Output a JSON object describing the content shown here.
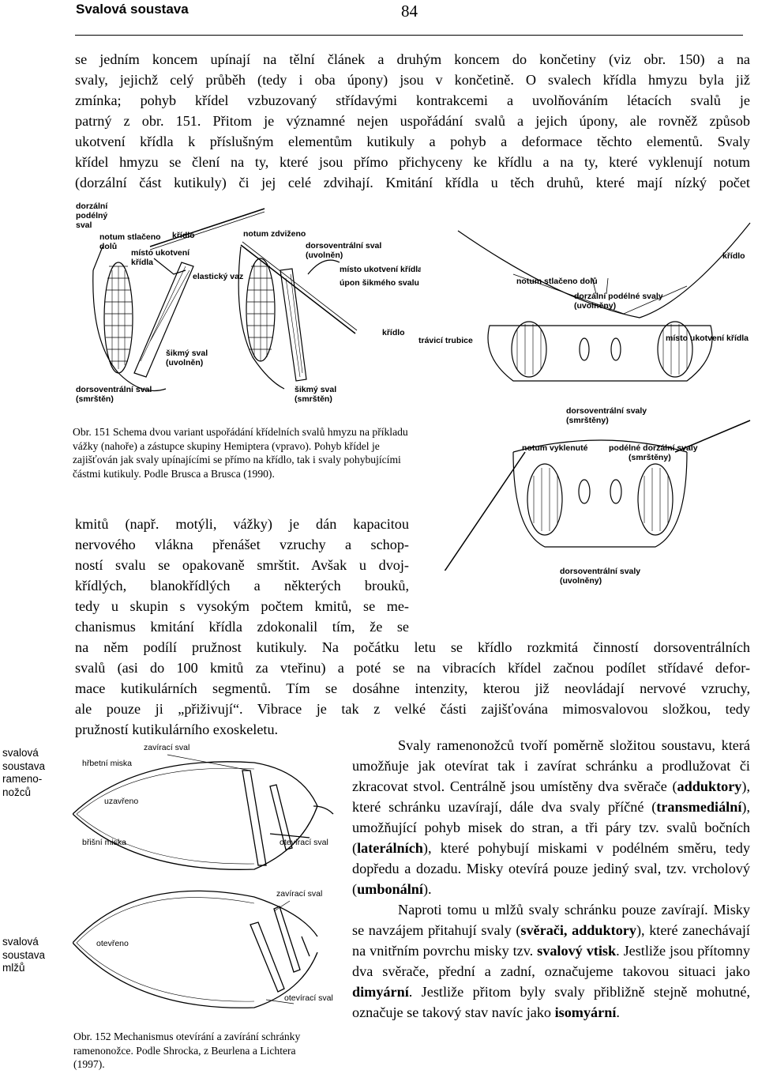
{
  "header": {
    "title": "Svalová soustava",
    "page_number": "84"
  },
  "top_text": [
    "se jedním koncem upínají na tělní článek a druhým koncem do končetiny (viz obr. 150) a na",
    "svaly, jejichž celý průběh (tedy i oba úpony) jsou v končetině. O svalech křídla hmyzu byla již",
    "zmínka; pohyb křídel vzbuzovaný střídavými kontrakcemi a uvolňováním létacích svalů je",
    "patrný z obr. 151. Přitom je významné nejen uspořádání svalů a jejich úpony, ale rovněž způsob",
    "ukotvení křídla k příslušným elementům kutikuly a pohyb a deformace těchto elementů. Svaly",
    "křídel hmyzu se člení na ty, které jsou přímo přichyceny ke křídlu a na ty, které vyklenují notum",
    "(dorzální část kutikuly) či jej celé zdvihají. Kmitání křídla u těch druhů, které mají nízký počet"
  ],
  "fig151": {
    "caption": "Obr. 151 Schema dvou variant uspořádání křídelních svalů hmyzu na příkladu vážky (nahoře) a zástupce skupiny Hemiptera (vpravo). Pohyb křídel je zajišťován jak svaly upínajícími se přímo na křídlo, tak i svaly pohybujícími částmi kutikuly. Podle Brusca a Brusca (1990).",
    "labels": {
      "dorzalni": "dorzální",
      "podelny": "podélný",
      "sval": "sval",
      "notum_stlaceno": "notum stlačeno",
      "dolu": "dolů",
      "kridlo1": "křídlo",
      "misto_ukotveni": "místo ukotvení",
      "kridla": "křídla",
      "notum_zdvizeno": "notum zdviženo",
      "dorsoventralni_uvolnen": "dorsoventrální sval",
      "uvolnen": "(uvolněn)",
      "misto_ukotveni_kridla": "místo ukotvení křídla",
      "upon_sikmeho": "úpon šikmého svalu",
      "elasticky_vaz": "elastický vaz",
      "kridlo2": "křídlo",
      "sikmy_uvolnen": "šikmý sval",
      "sikmy_uvolnen2": "(uvolněn)",
      "dorsoventralni_smrsten": "dorsoventrální sval",
      "smrsten": "(smrštěn)",
      "sikmy_smrsten": "šikmý sval",
      "smrsten2": "(smrštěn)",
      "kridlo_right": "křídlo",
      "notum_stlaceno_dolu": "notum stlačeno dolů",
      "dorzalni_podelne_uvolneny": "dorzální podélné svaly",
      "uvolneny": "(uvolněny)",
      "travici_trubice": "trávicí trubice",
      "misto_ukotveni_right": "místo ukotvení křídla",
      "dorsoventralni_svaly_smrsteny": "dorsoventrální svaly",
      "smrsteny": "(smrštěny)",
      "notum_vyklenute": "notum vyklenuté",
      "podelne_dorzalni_smrsteny": "podélné dorzální svaly",
      "smrsteny2": "(smrštěny)",
      "dorsoventralni_svaly_uvolneny": "dorsoventrální svaly",
      "uvolneny2": "(uvolněny)"
    }
  },
  "mid_text_narrow": [
    "kmitů (např. motýli, vážky) je dán kapacitou",
    "nervového vlákna přenášet vzruchy a schop-",
    "ností svalu se opakovaně smrštit. Avšak u dvoj-",
    "křídlých, blanokřídlých a některých brouků,",
    "tedy u skupin s vysokým počtem kmitů, se me-",
    "chanismus kmitání křídla zdokonalil tím, že se"
  ],
  "mid_text_full": [
    "na něm podílí pružnost kutikuly. Na počátku letu se křídlo rozkmitá činností dorsoventrálních",
    "svalů (asi do 100 kmitů za vteřinu) a poté se na vibracích křídel začnou podílet střídavé defor-",
    "mace kutikulárních segmentů. Tím se dosáhne intenzity, kterou již neovládají nervové vzruchy,",
    "ale pouze ji „přiživují“. Vibrace je tak z velké části zajišťována mimosvalovou složkou, tedy",
    "pružností kutikulárního exoskeletu."
  ],
  "margin_notes": {
    "brachiopods": "svalová soustava rameno-nožců",
    "molluscs": "svalová soustava mlžů"
  },
  "fig152": {
    "caption": "Obr. 152 Mechanismus otevírání a zavírání schránky ramenonožce. Podle Shrocka, z Beurlena a Lichtera (1997).",
    "labels": {
      "zaviraci_sval_top": "zavírací sval",
      "hrbetni_miska": "hřbetní miska",
      "uzavreno": "uzavřeno",
      "bristni_miska": "břišní miska",
      "oteviraci_sval1": "otevírací sval",
      "zaviraci_sval2": "zavírací sval",
      "otevreno": "otevřeno",
      "oteviraci_sval2": "otevírací sval"
    }
  },
  "right_col": {
    "p1_a": "Svaly ramenonožců tvoří poměrně složitou soustavu, která umožňuje jak otevírat tak i zavírat schránku a prodlužovat či zkracovat stvol. Centrálně jsou umístěny dva svěrače (",
    "p1_b1": "adduktory",
    "p1_c": "), které schránku uzavírají, dále dva svaly příčné (",
    "p1_b2": "transmediální",
    "p1_d": "), umožňující pohyb misek do stran, a tři páry tzv. svalů bočních (",
    "p1_b3": "laterálních",
    "p1_e": "), které pohybují miskami v podélném směru, tedy dopředu a dozadu. Misky otevírá pouze jediný sval, tzv. vrcholový (",
    "p1_b4": "umbonální",
    "p1_f": ").",
    "p2_a": "Naproti tomu u mlžů svaly schránku pouze zavírají. Misky se navzájem přitahují svaly (",
    "p2_b1": "svěrači, adduktory",
    "p2_c": "), které zanechávají na vnitřním povrchu misky tzv. ",
    "p2_b2": "svalový vtisk",
    "p2_d": ". Jestliže jsou přítomny dva svěrače, přední a zadní, označujeme takovou situaci jako ",
    "p2_b3": "dimyární",
    "p2_e": ". Jestliže přitom byly svaly přibližně stejně mohutné, označuje se takový stav navíc jako ",
    "p2_b4": "isomyární",
    "p2_f": "."
  }
}
